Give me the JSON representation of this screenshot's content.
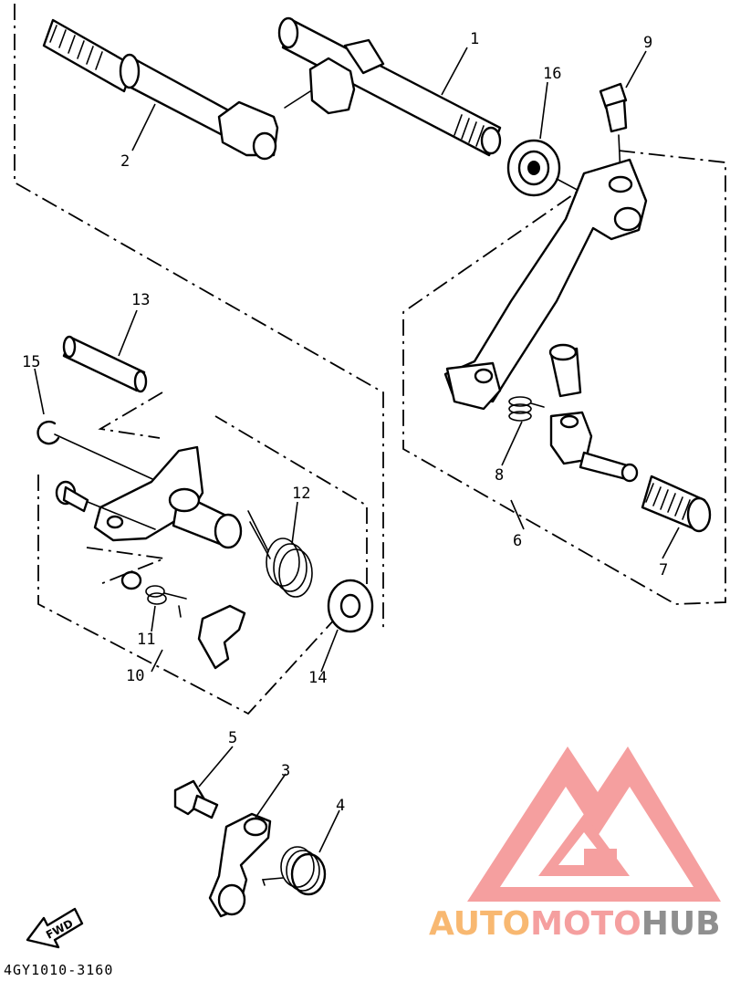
{
  "diagram": {
    "drawing_code": "4GY1010-3160",
    "direction_label": "FWD",
    "callouts": [
      "1",
      "2",
      "3",
      "4",
      "5",
      "6",
      "7",
      "8",
      "9",
      "10",
      "11",
      "12",
      "13",
      "14",
      "15",
      "16"
    ]
  },
  "logo": {
    "word_part1": "AUTO",
    "word_part2": "MOTO",
    "word_part3": "HUB",
    "color_orange": "#f8b56a",
    "color_red": "#f59a9a",
    "color_gray": "#8a8a8a"
  }
}
